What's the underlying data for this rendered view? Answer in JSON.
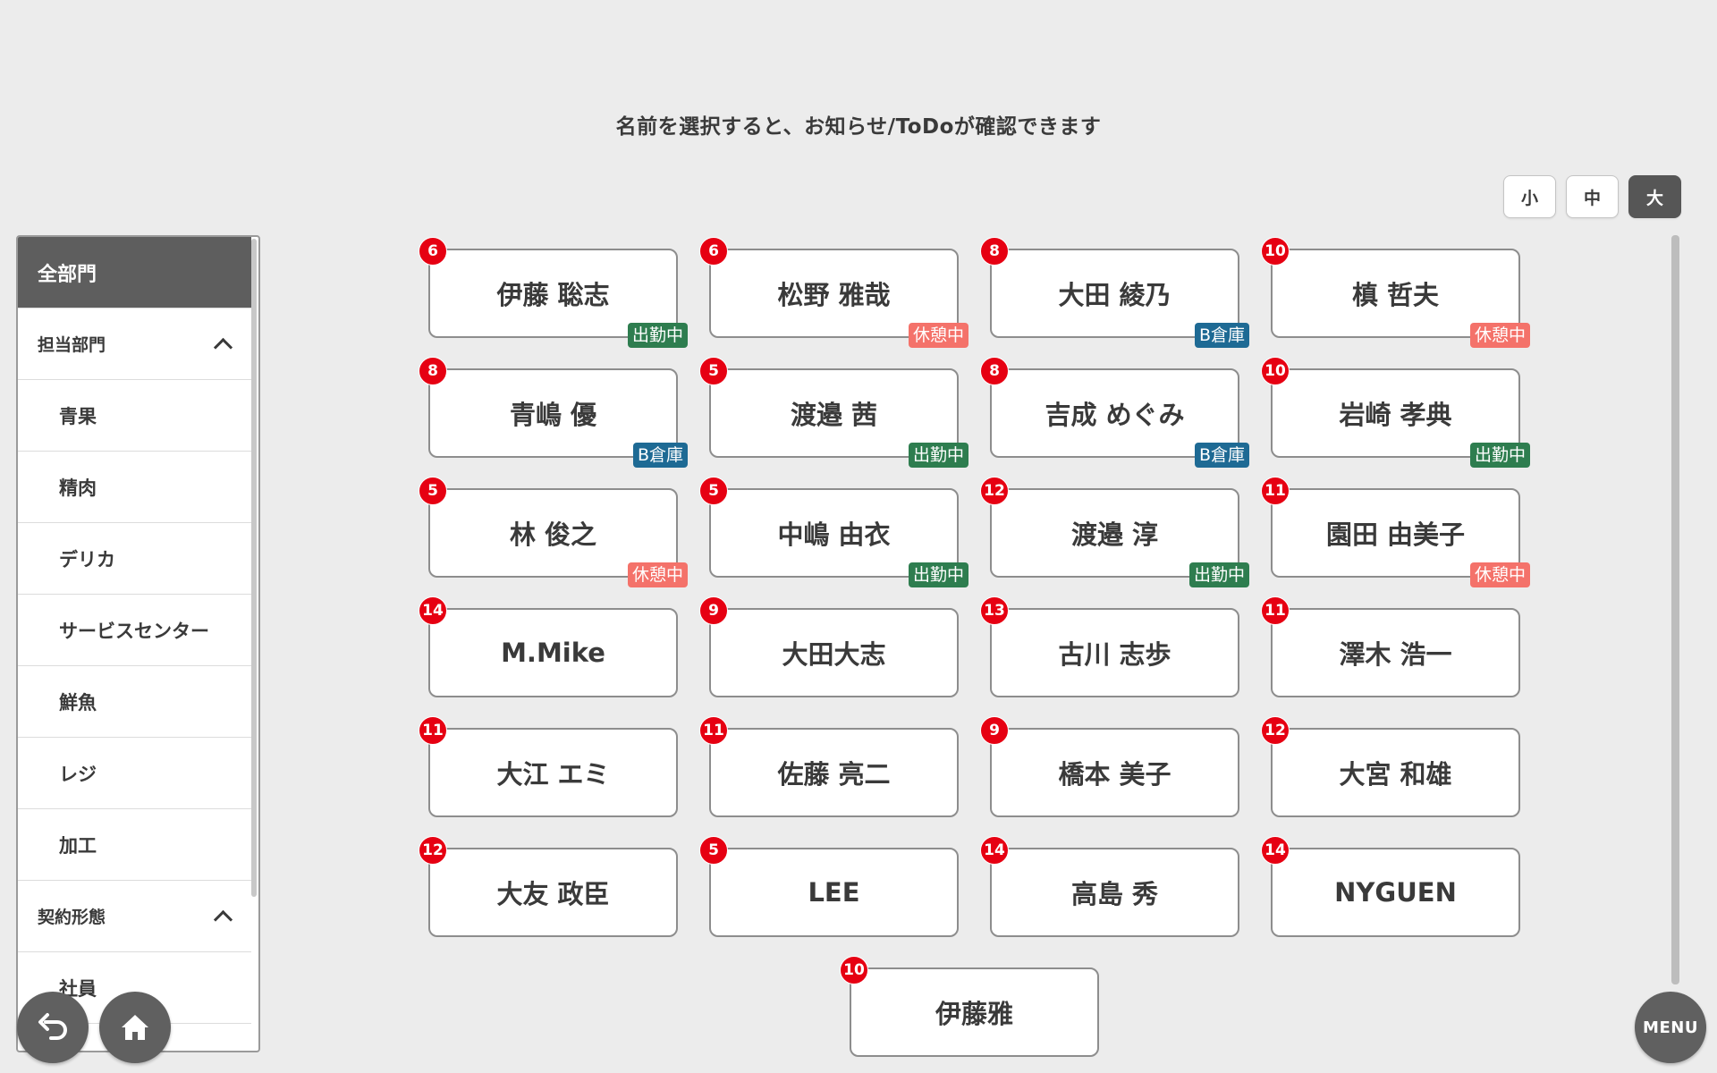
{
  "header": {
    "instruction": "名前を選択すると、お知らせ/ToDoが確認できます"
  },
  "size_switch": [
    {
      "label": "小",
      "active": false
    },
    {
      "label": "中",
      "active": false
    },
    {
      "label": "大",
      "active": true
    }
  ],
  "sidebar": {
    "items": [
      {
        "label": "全部門",
        "kind": "all"
      },
      {
        "label": "担当部門",
        "kind": "section"
      },
      {
        "label": "青果",
        "kind": "item"
      },
      {
        "label": "精肉",
        "kind": "item"
      },
      {
        "label": "デリカ",
        "kind": "item"
      },
      {
        "label": "サービスセンター",
        "kind": "item"
      },
      {
        "label": "鮮魚",
        "kind": "item"
      },
      {
        "label": "レジ",
        "kind": "item"
      },
      {
        "label": "加工",
        "kind": "item"
      },
      {
        "label": "契約形態",
        "kind": "section"
      },
      {
        "label": "社員",
        "kind": "item"
      }
    ]
  },
  "status_colors": {
    "出勤中": "#2e7d4f",
    "休憩中": "#f4726a",
    "B倉庫": "#1e6a94"
  },
  "employees": [
    {
      "name": "伊藤 聡志",
      "count": "6",
      "status": "出勤中"
    },
    {
      "name": "松野 雅哉",
      "count": "6",
      "status": "休憩中"
    },
    {
      "name": "大田 綾乃",
      "count": "8",
      "status": "B倉庫"
    },
    {
      "name": "槙 哲夫",
      "count": "10",
      "status": "休憩中"
    },
    {
      "name": "青嶋 優",
      "count": "8",
      "status": "B倉庫"
    },
    {
      "name": "渡邉 茜",
      "count": "5",
      "status": "出勤中"
    },
    {
      "name": "吉成 めぐみ",
      "count": "8",
      "status": "B倉庫"
    },
    {
      "name": "岩崎 孝典",
      "count": "10",
      "status": "出勤中"
    },
    {
      "name": "林 俊之",
      "count": "5",
      "status": "休憩中"
    },
    {
      "name": "中嶋 由衣",
      "count": "5",
      "status": "出勤中"
    },
    {
      "name": "渡邉 淳",
      "count": "12",
      "status": "出勤中"
    },
    {
      "name": "園田 由美子",
      "count": "11",
      "status": "休憩中"
    },
    {
      "name": "M.Mike",
      "count": "14",
      "status": ""
    },
    {
      "name": "大田大志",
      "count": "9",
      "status": ""
    },
    {
      "name": "古川 志歩",
      "count": "13",
      "status": ""
    },
    {
      "name": "澤木 浩一",
      "count": "11",
      "status": ""
    },
    {
      "name": "大江 エミ",
      "count": "11",
      "status": ""
    },
    {
      "name": "佐藤 亮二",
      "count": "11",
      "status": ""
    },
    {
      "name": "橋本 美子",
      "count": "9",
      "status": ""
    },
    {
      "name": "大宮 和雄",
      "count": "12",
      "status": ""
    },
    {
      "name": "大友 政臣",
      "count": "12",
      "status": ""
    },
    {
      "name": "LEE",
      "count": "5",
      "status": ""
    },
    {
      "name": "高島 秀",
      "count": "14",
      "status": ""
    },
    {
      "name": "NYGUEN",
      "count": "14",
      "status": ""
    },
    {
      "name": "伊藤雅",
      "count": "10",
      "status": ""
    }
  ],
  "buttons": {
    "menu_label": "MENU"
  }
}
